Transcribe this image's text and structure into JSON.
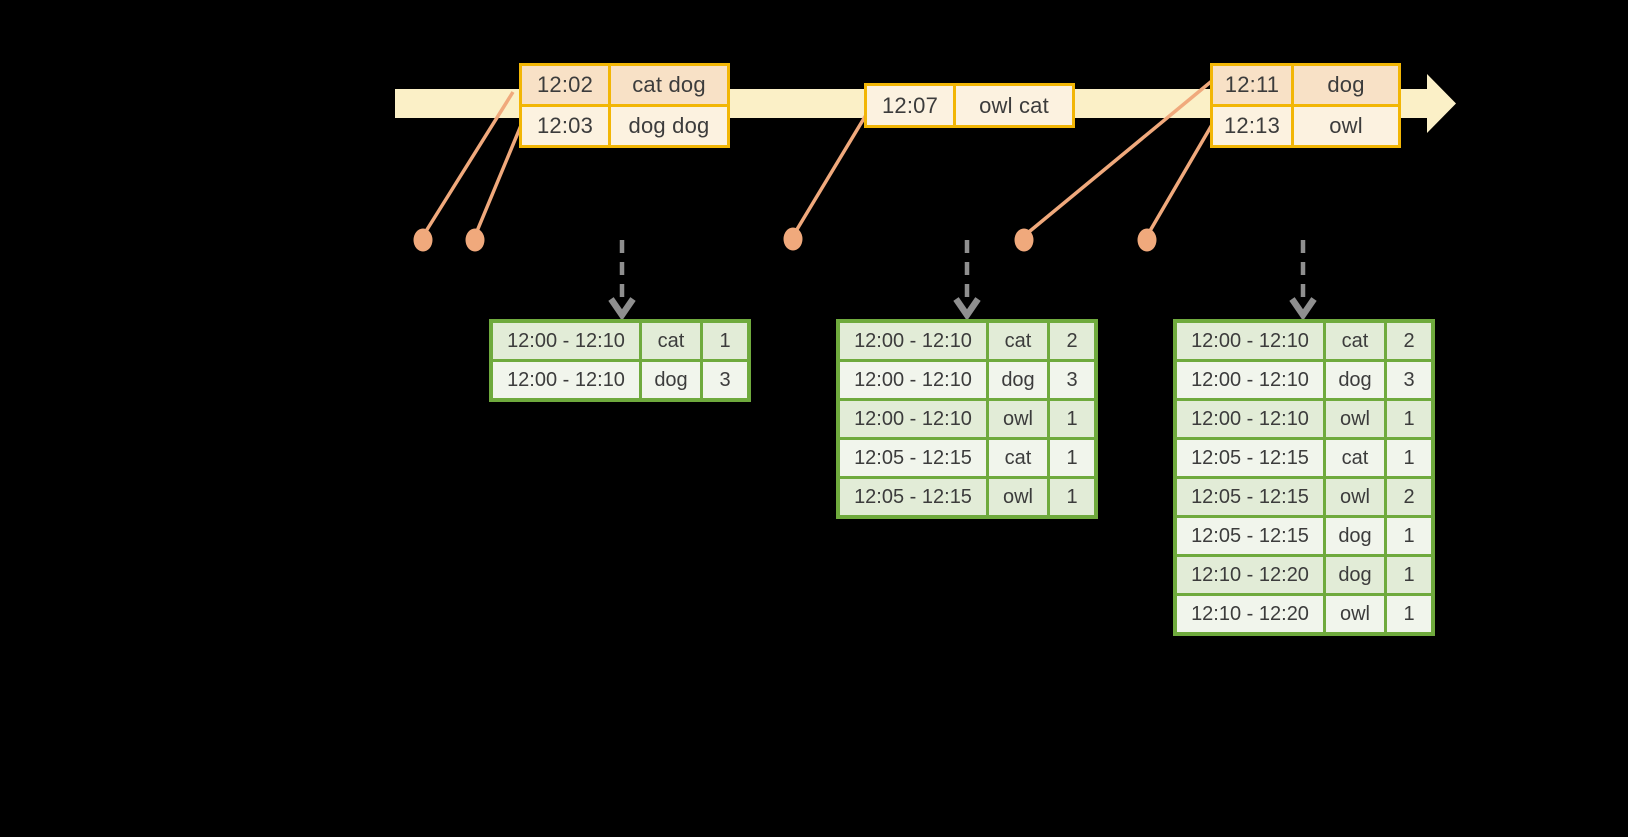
{
  "event_tables": [
    {
      "rows": [
        {
          "time": "12:02",
          "words": "cat dog"
        },
        {
          "time": "12:03",
          "words": "dog dog"
        }
      ]
    },
    {
      "rows": [
        {
          "time": "12:07",
          "words": "owl cat"
        }
      ]
    },
    {
      "rows": [
        {
          "time": "12:11",
          "words": "dog"
        },
        {
          "time": "12:13",
          "words": "owl"
        }
      ]
    }
  ],
  "result_tables": [
    {
      "rows": [
        {
          "window": "12:00 - 12:10",
          "word": "cat",
          "count": "1"
        },
        {
          "window": "12:00 - 12:10",
          "word": "dog",
          "count": "3"
        }
      ]
    },
    {
      "rows": [
        {
          "window": "12:00 - 12:10",
          "word": "cat",
          "count": "2"
        },
        {
          "window": "12:00 - 12:10",
          "word": "dog",
          "count": "3"
        },
        {
          "window": "12:00 - 12:10",
          "word": "owl",
          "count": "1"
        },
        {
          "window": "12:05 - 12:15",
          "word": "cat",
          "count": "1"
        },
        {
          "window": "12:05 - 12:15",
          "word": "owl",
          "count": "1"
        }
      ]
    },
    {
      "rows": [
        {
          "window": "12:00 - 12:10",
          "word": "cat",
          "count": "2"
        },
        {
          "window": "12:00 - 12:10",
          "word": "dog",
          "count": "3"
        },
        {
          "window": "12:00 - 12:10",
          "word": "owl",
          "count": "1"
        },
        {
          "window": "12:05 - 12:15",
          "word": "cat",
          "count": "1"
        },
        {
          "window": "12:05 - 12:15",
          "word": "owl",
          "count": "2"
        },
        {
          "window": "12:05 - 12:15",
          "word": "dog",
          "count": "1"
        },
        {
          "window": "12:10 - 12:20",
          "word": "dog",
          "count": "1"
        },
        {
          "window": "12:10 - 12:20",
          "word": "owl",
          "count": "1"
        }
      ]
    }
  ],
  "icons": {
    "timeline_arrow": "arrow-right",
    "trigger_arrow": "dashed-arrow-down",
    "event_marker": "dot"
  },
  "colors": {
    "background": "#000000",
    "timeline_fill": "#fbf0c7",
    "event_table_border": "#f2b606",
    "event_row_peach": "#f8e1c6",
    "event_row_cream": "#fcf2e0",
    "marker_salmon": "#f0a97c",
    "trigger_gray": "#8f8f8f",
    "result_table_border": "#6faa3d",
    "result_row_green": "#e2ecd7",
    "result_row_light": "#f1f5ec",
    "text": "#3c3c3c"
  }
}
